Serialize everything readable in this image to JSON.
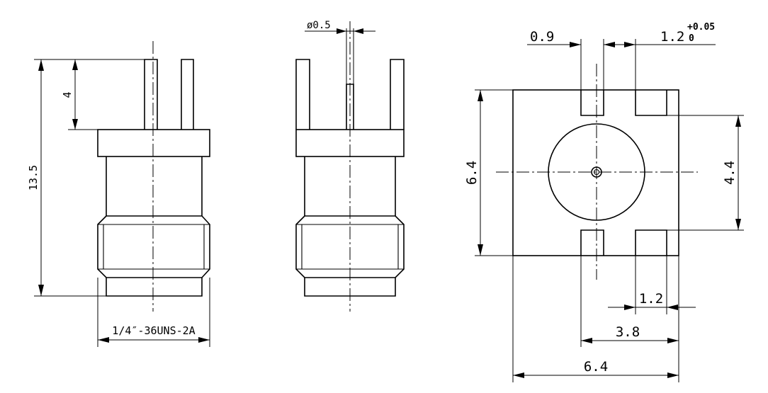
{
  "dimensions": {
    "side_total_height": "13.5",
    "side_pin_height": "4",
    "thread_spec": "1/4″-36UNS-2A",
    "pin_diameter": "ø0.5",
    "pin_gap": "0.9",
    "pin_width": "1.2",
    "tol_upper": "+0.05",
    "tol_lower": "0",
    "body_height": "6.4",
    "pin_spacing": "4.4",
    "pad_width": "1.2",
    "pad_span": "3.8",
    "body_width": "6.4"
  },
  "colors": {
    "line": "#000000",
    "background": "#ffffff"
  }
}
